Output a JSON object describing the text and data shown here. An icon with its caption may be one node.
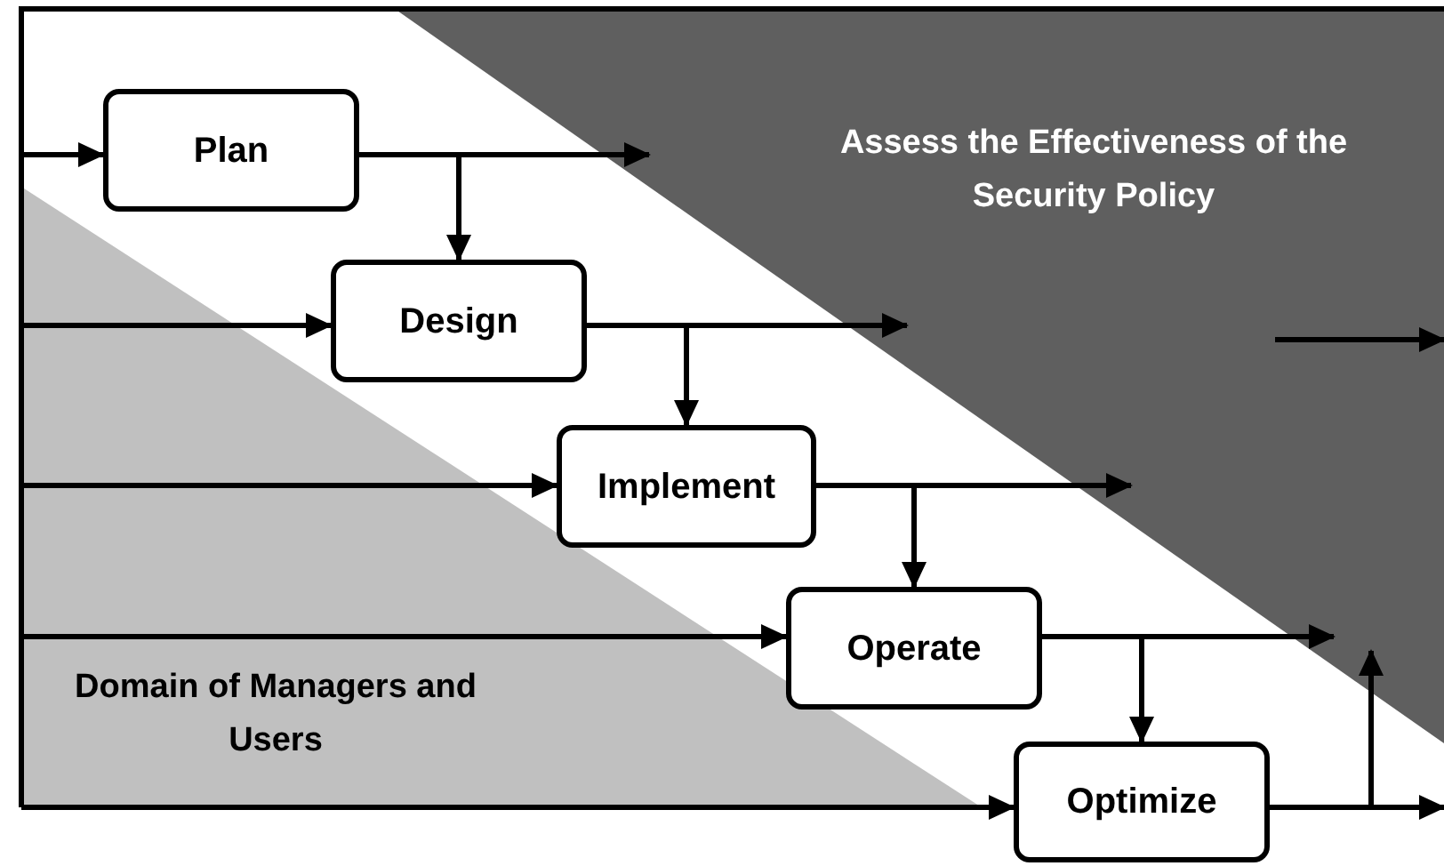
{
  "diagram": {
    "nodes": [
      {
        "text": [
          "Plan"
        ]
      },
      {
        "text": [
          "Design"
        ]
      },
      {
        "text": [
          "Implement"
        ]
      },
      {
        "text": [
          "Operate"
        ]
      },
      {
        "text": [
          "Optimize"
        ]
      }
    ],
    "edges": [
      {
        "from": null,
        "to": 0,
        "arrow": "to"
      },
      {
        "from": 0,
        "to": null,
        "arrow": "to"
      },
      {
        "from": 0,
        "to": 1,
        "arrow": "to"
      },
      {
        "from": null,
        "to": 1,
        "arrow": "to"
      },
      {
        "from": 1,
        "to": null,
        "arrow": "to"
      },
      {
        "from": 1,
        "to": 2,
        "arrow": "to"
      },
      {
        "from": null,
        "to": 2,
        "arrow": "to"
      },
      {
        "from": 2,
        "to": null,
        "arrow": "to"
      },
      {
        "from": 2,
        "to": 3,
        "arrow": "to"
      },
      {
        "from": null,
        "to": 3,
        "arrow": "to"
      },
      {
        "from": 3,
        "to": null,
        "arrow": "to"
      },
      {
        "from": 3,
        "to": 4,
        "arrow": "to"
      },
      {
        "from": null,
        "to": 4,
        "arrow": "to"
      },
      {
        "from": 4,
        "to": null,
        "arrow": "to"
      },
      {
        "from": 4,
        "to": null,
        "arrow": "to"
      }
    ],
    "labels": [
      "Assess the Effectiveness of the Security Policy",
      "Domain of Managers and Users"
    ]
  }
}
